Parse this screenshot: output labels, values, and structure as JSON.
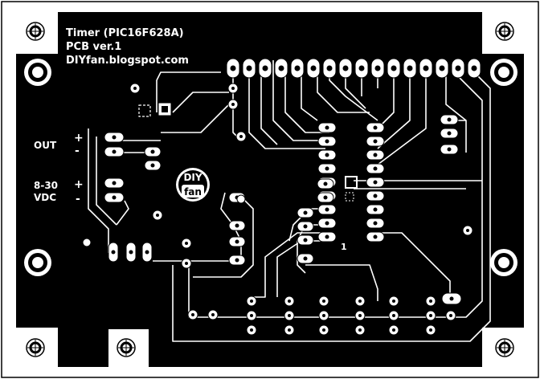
{
  "board": {
    "title_line1": "Timer (PIC16F628A)",
    "title_line2": "PCB ver.1",
    "title_line3": "DIYfan.blogspot.com",
    "out_label": "OUT",
    "out_plus": "+",
    "out_minus": "-",
    "supply_label_line1": "8-30",
    "supply_label_line2": "VDC",
    "supply_plus": "+",
    "supply_minus": "-",
    "pin1_marker": "1",
    "logo_top": "DIY",
    "logo_bottom": "fan"
  },
  "colors": {
    "copper": "#000000",
    "trace_outline": "#ffffff",
    "background": "#ffffff"
  }
}
